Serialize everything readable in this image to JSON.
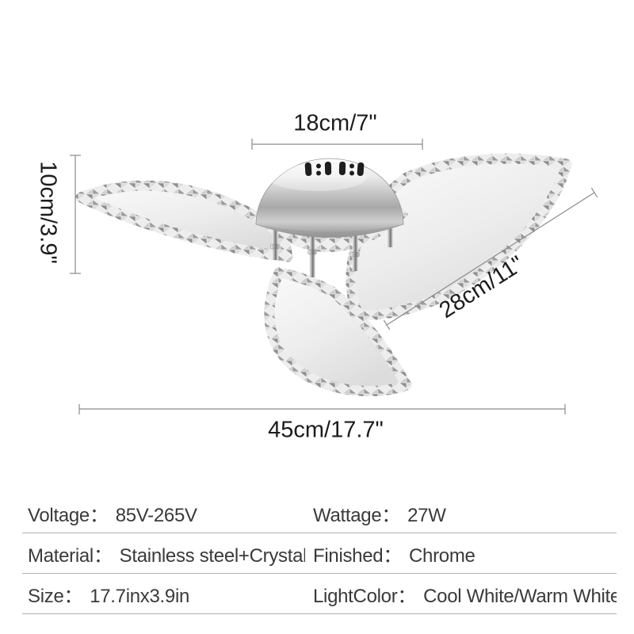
{
  "product": {
    "kind": "crystal-ceiling-lamp-dimension-diagram",
    "colors": {
      "background": "#ffffff",
      "dimension_line": "#8a8a8a",
      "dimension_text": "#1c1c1c",
      "spec_text": "#3a3a3a",
      "spec_divider": "#b0b0b0",
      "chrome": "#bdbdbd"
    }
  },
  "dimensions": {
    "top_label": "18cm/7\"",
    "left_label": "10cm/3.9\"",
    "diagonal_label": "28cm/11\"",
    "bottom_label": "45cm/17.7\""
  },
  "specs": {
    "rows": [
      {
        "left": {
          "label": "Voltage：",
          "value": "85V-265V"
        },
        "right": {
          "label": "Wattage：",
          "value": "27W"
        }
      },
      {
        "left": {
          "label": "Material：",
          "value": "Stainless steel+Crystal"
        },
        "right": {
          "label": "Finished：",
          "value": "Chrome"
        }
      },
      {
        "left": {
          "label": "Size：",
          "value": "17.7inx3.9in"
        },
        "right": {
          "label": "LightColor：",
          "value": "Cool White/Warm White"
        }
      }
    ]
  }
}
